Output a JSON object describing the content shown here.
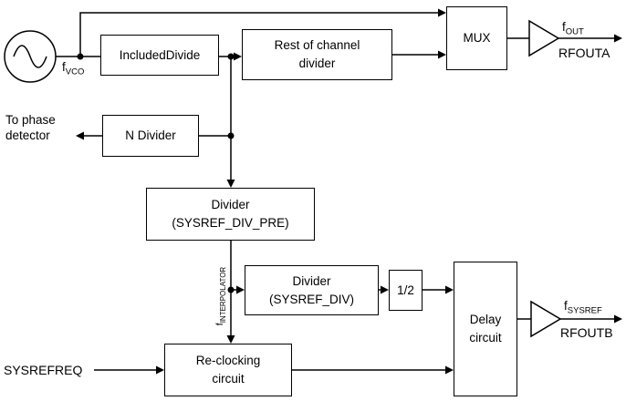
{
  "diagram": {
    "blocks": {
      "included_divide": "IncludedDivide",
      "rest_divider": "Rest of channel\ndivider",
      "mux": "MUX",
      "n_divider": "N Divider",
      "sysref_div_pre": "Divider\n(SYSREF_DIV_PRE)",
      "sysref_div": "Divider\n(SYSREF_DIV)",
      "half": "1/2",
      "delay": "Delay\ncircuit",
      "reclocking": "Re-clocking\ncircuit"
    },
    "signals": {
      "fvco": {
        "base": "f",
        "sub": "VCO"
      },
      "fout": {
        "base": "f",
        "sub": "OUT"
      },
      "fsysref": {
        "base": "f",
        "sub": "SYSREF"
      },
      "finterpolator": {
        "base": "f",
        "sub": "INTERPOLATOR"
      }
    },
    "ports": {
      "rfouta": "RFOUTA",
      "rfoutb": "RFOUTB",
      "sysrefreq": "SYSREFREQ",
      "to_phase_detector": "To phase\ndetector"
    },
    "colors": {
      "line": "#000000",
      "background": "#ffffff"
    }
  }
}
